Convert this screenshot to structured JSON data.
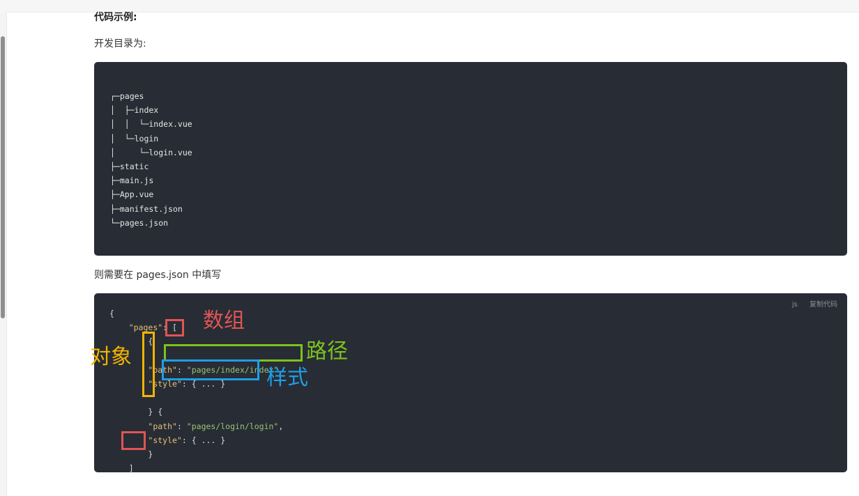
{
  "colors": {
    "code_bg": "#282c34",
    "annotation_red": "#e05555",
    "annotation_green": "#7cc31d",
    "annotation_blue": "#1e9ee8",
    "annotation_yellow": "#f3b400",
    "json_key": "#e5c07b",
    "json_string": "#98c379"
  },
  "section": {
    "heading": "代码示例:",
    "intro": "开发目录为:",
    "instruction": "则需要在 pages.json 中填写"
  },
  "tree_block": {
    "lines": [
      "┌─pages",
      "│  ├─index",
      "│  │  └─index.vue",
      "│  └─login",
      "│     └─login.vue",
      "├─static",
      "├─main.js",
      "├─App.vue",
      "├─manifest.json",
      "└─pages.json"
    ]
  },
  "json_block": {
    "lang_label": "js",
    "copy_label": "复制代码",
    "l1": "{",
    "pages_key": "\"pages\"",
    "colon": ": ",
    "open_bracket": "[",
    "open_brace_1": "{",
    "path_key_1": "\"path\"",
    "path_val_1": "\"pages/index/index\"",
    "comma": ",",
    "style_key_1": "\"style\"",
    "style_val": "{ ... }",
    "close_brace_1": "}",
    "open_brace_2": "{",
    "path_key_2": "\"path\"",
    "path_val_2": "\"pages/login/login\"",
    "style_key_2": "\"style\"",
    "close_brace_2": "}",
    "close_bracket": "]",
    "close_root": "}"
  },
  "annotations": {
    "array_label": "数组",
    "object_label": "对象",
    "path_label": "路径",
    "style_label": "样式"
  }
}
